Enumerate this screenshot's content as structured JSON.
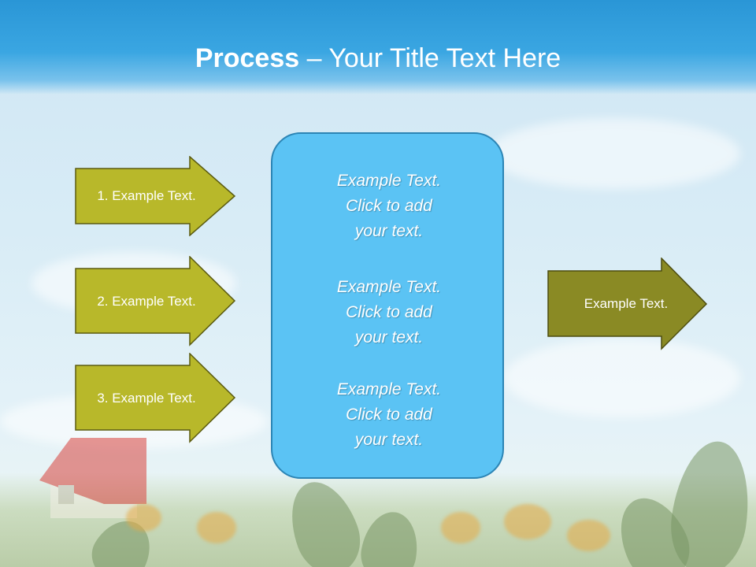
{
  "title": {
    "bold": "Process",
    "rest": " – Your Title Text Here"
  },
  "left_arrows": [
    {
      "label": "1. Example Text."
    },
    {
      "label": "2. Example Text."
    },
    {
      "label": "3. Example Text."
    }
  ],
  "center_box": {
    "items": [
      {
        "line1": "Example Text.",
        "line2": "Click  to add",
        "line3": "your text."
      },
      {
        "line1": "Example Text.",
        "line2": "Click  to add",
        "line3": "your text."
      },
      {
        "line1": "Example Text.",
        "line2": "Click  to add",
        "line3": "your text."
      }
    ]
  },
  "right_arrow": {
    "label": "Example Text."
  },
  "colors": {
    "left_arrow_fill": "#b8b82a",
    "left_arrow_stroke": "#5a5a10",
    "right_arrow_fill": "#8a8a24",
    "center_box_fill": "#5bc3f4",
    "title_bar": "#2a96d6"
  }
}
